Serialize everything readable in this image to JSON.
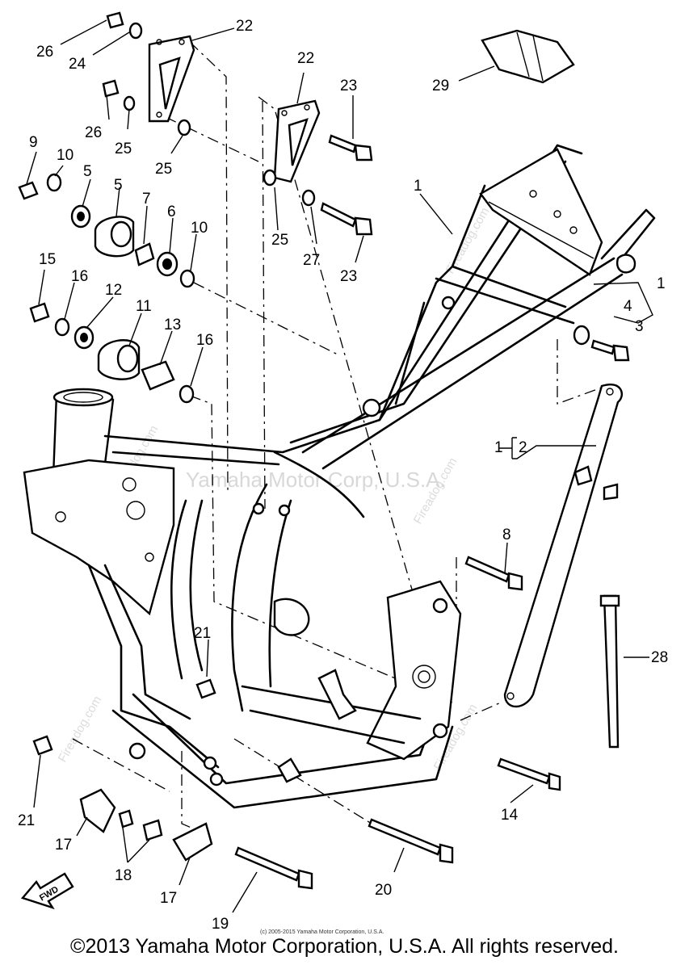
{
  "callouts": [
    "1",
    "1",
    "1",
    "2",
    "3",
    "4",
    "5",
    "5",
    "6",
    "7",
    "8",
    "9",
    "10",
    "10",
    "11",
    "12",
    "13",
    "14",
    "15",
    "16",
    "16",
    "17",
    "17",
    "18",
    "19",
    "20",
    "21",
    "21",
    "22",
    "22",
    "23",
    "23",
    "24",
    "25",
    "25",
    "25",
    "26",
    "26",
    "27",
    "28",
    "29"
  ],
  "watermark": {
    "main": "Yamaha Motor Corp, U.S.A.",
    "site": "Fireadog.com"
  },
  "fwd_label": "FWD",
  "small_credit": "(c) 2005-2015 Yamaha Motor Corporation, U.S.A.",
  "copyright": "©2013 Yamaha Motor Corporation, U.S.A. All rights reserved."
}
